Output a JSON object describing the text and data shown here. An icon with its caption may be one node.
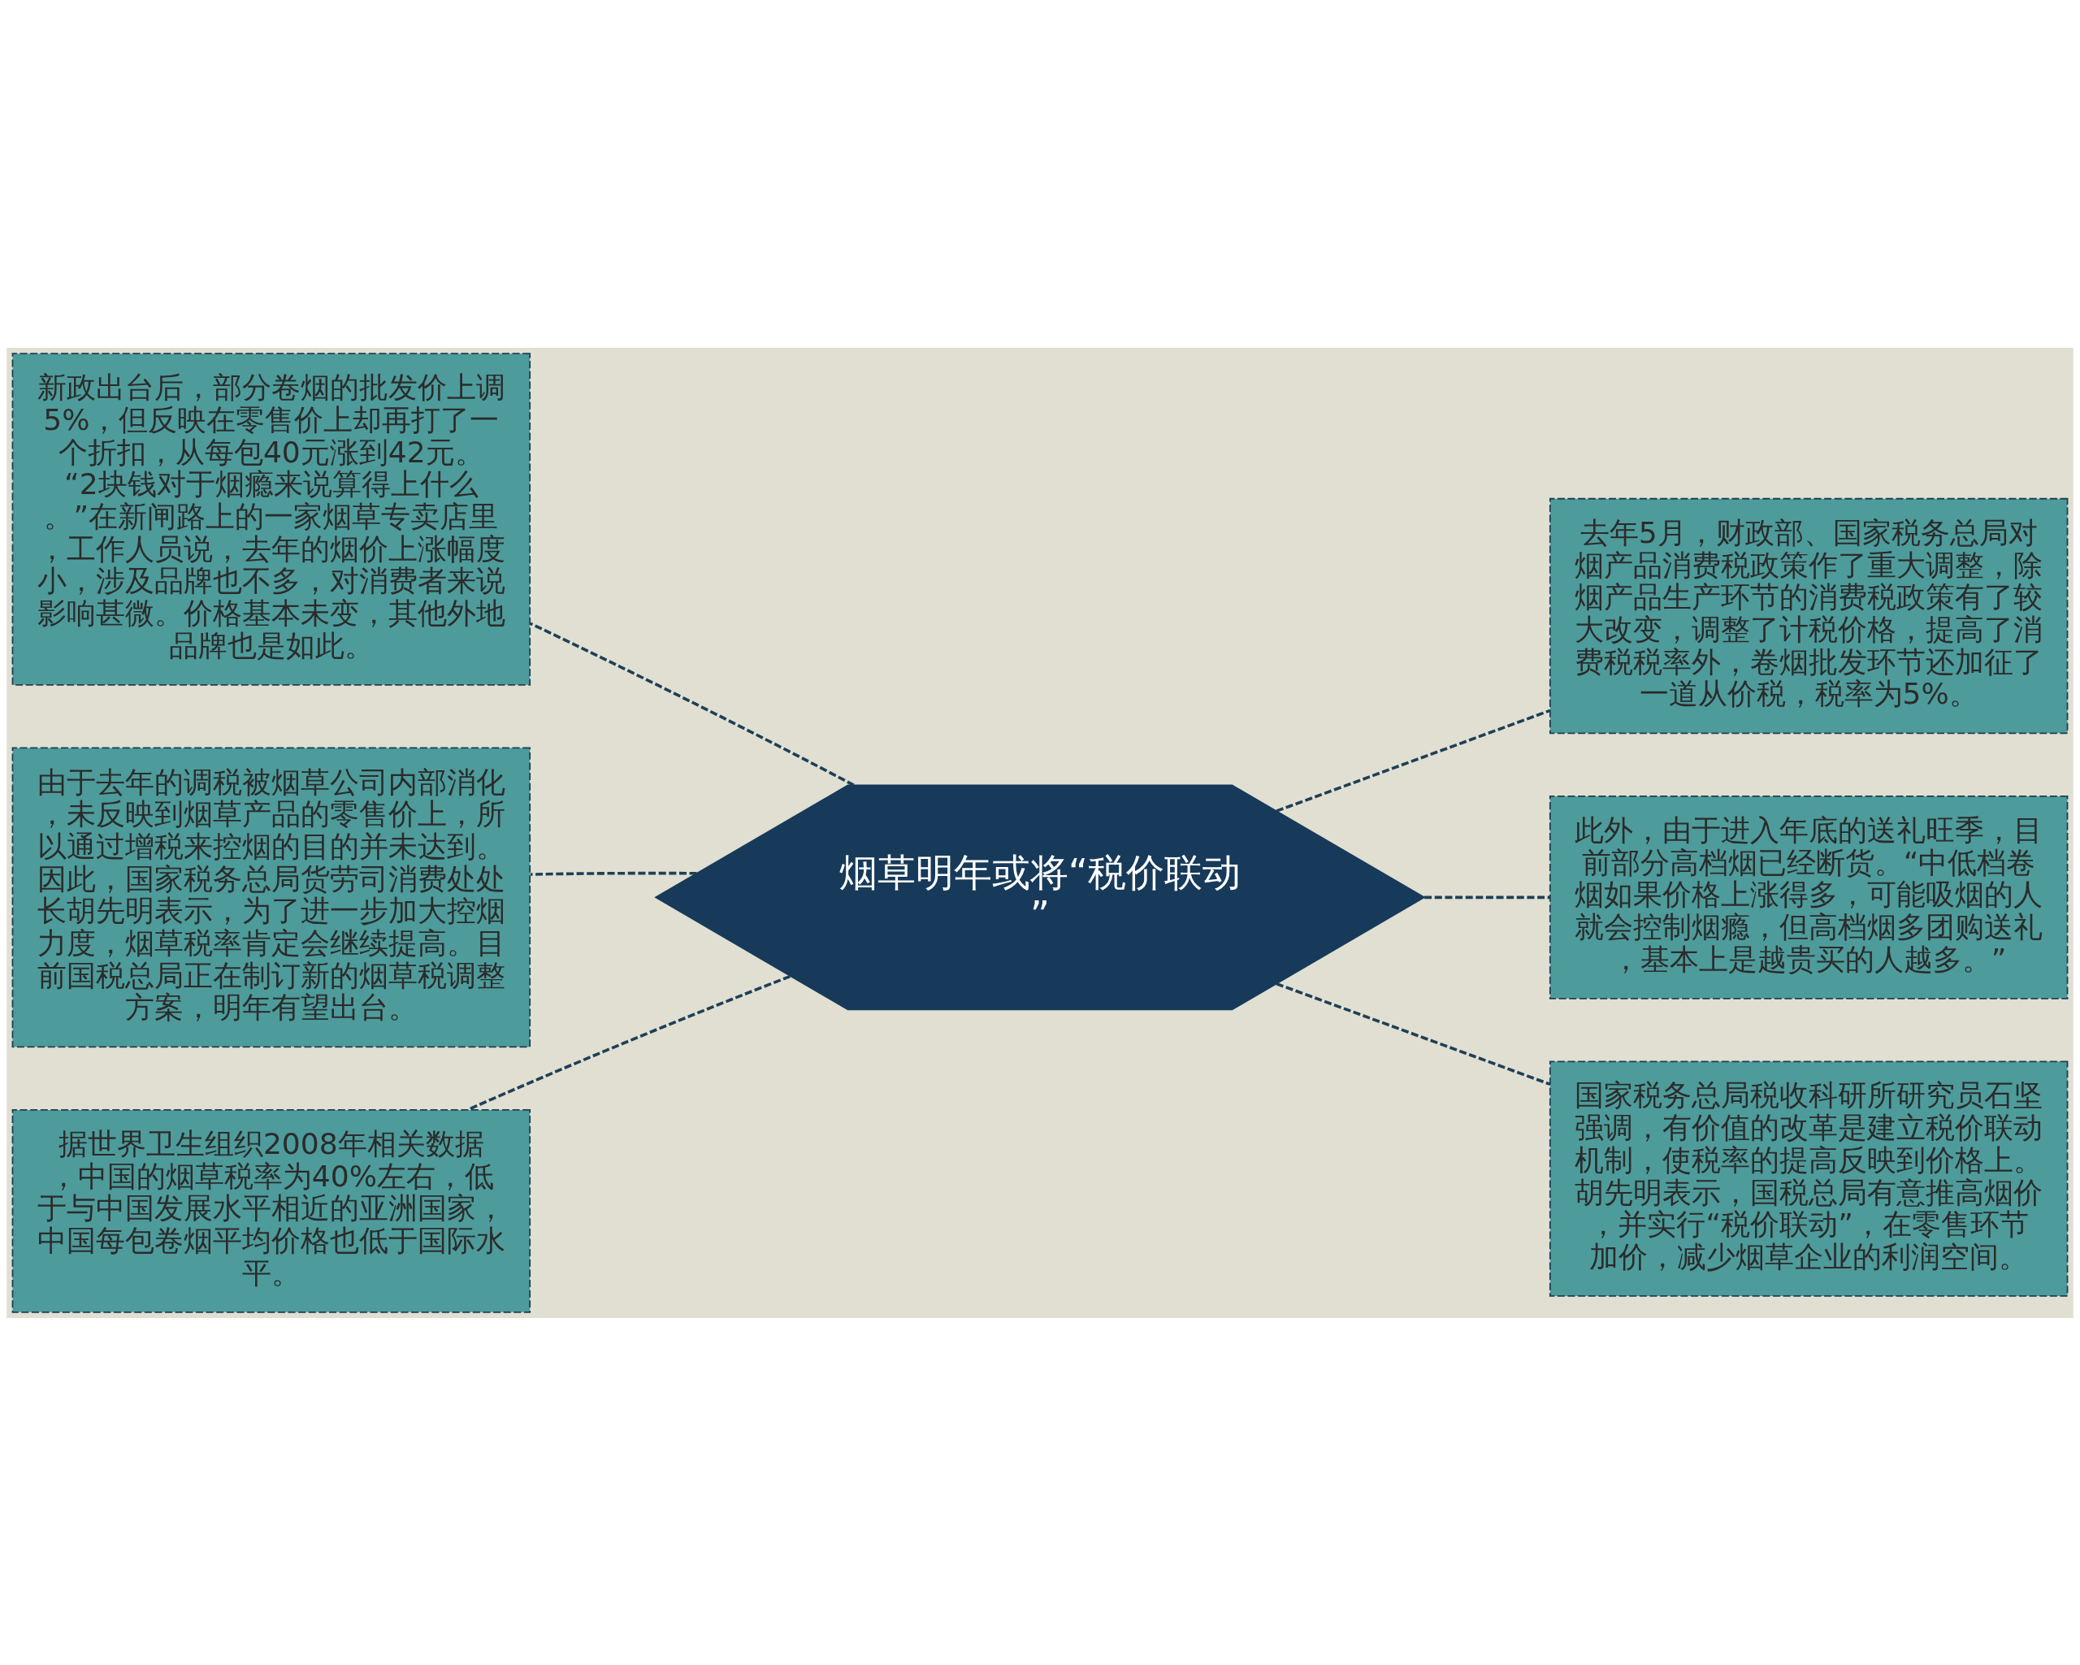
{
  "diagram": {
    "nodes": [
      {
        "text": [
          "烟草明年或将“税价联动”"
        ]
      },
      {
        "text": [
          "新政出台后，部分卷烟的批发价上调5%，但反映在零售价上却再打了一个折扣，从每包40元涨到42元。 “2块钱对于烟瘾来说算得上什么。”在新闸路上的一家烟草专卖店里，工作人员说，去年的烟价上涨幅度小，涉及品牌也不多，对消费者来说影响甚微。价格基本未变，其他外地品牌也是如此。"
        ]
      },
      {
        "text": [
          "由于去年的调税被烟草公司内部消化，未反映到烟草产品的零售价上，所以通过增税来控烟的目的并未达到。因此，国家税务总局货劳司消费处处长胡先明表示，为了进一步加大控烟力度，烟草税率肯定会继续提高。目前国税总局正在制订新的烟草税调整方案，明年有望出台。"
        ]
      },
      {
        "text": [
          "据世界卫生组织2008年相关数据，中国的烟草税率为40%左右，低于与中国发展水平相近的亚洲国家，中国每包卷烟平均价格也低于国际水平。"
        ]
      },
      {
        "text": [
          "去年5月，财政部、国家税务总局对烟产品消费税政策作了重大调整，除烟产品生产环节的消费税政策有了较大改变，调整了计税价格，提高了消费税税率外，卷烟批发环节还加征了一道从价税，税率为5%。"
        ]
      },
      {
        "text": [
          "此外，由于进入年底的送礼旺季，目前部分高档烟已经断货。“中低档卷烟如果价格上涨得多，可能吸烟的人就会控制烟瘾，但高档烟多团购送礼，基本上是越贵买的人越多。”"
        ]
      },
      {
        "text": [
          "国家税务总局税收科研所研究员石坚强调，有价值的改革是建立税价联动机制，使税率的提高反映到价格上。胡先明表示，国税总局有意推高烟价，并实行“税价联动”，在零售环节加价，减少烟草企业的利润空间。"
        ]
      }
    ],
    "edges": [
      {
        "from": 0,
        "to": 1,
        "arrow": "none",
        "style": "dashed"
      },
      {
        "from": 0,
        "to": 2,
        "arrow": "none",
        "style": "dashed"
      },
      {
        "from": 0,
        "to": 3,
        "arrow": "none",
        "style": "dashed"
      },
      {
        "from": 0,
        "to": 4,
        "arrow": "none",
        "style": "dashed"
      },
      {
        "from": 0,
        "to": 5,
        "arrow": "none",
        "style": "dashed"
      },
      {
        "from": 0,
        "to": 6,
        "arrow": "none",
        "style": "dashed"
      }
    ]
  }
}
